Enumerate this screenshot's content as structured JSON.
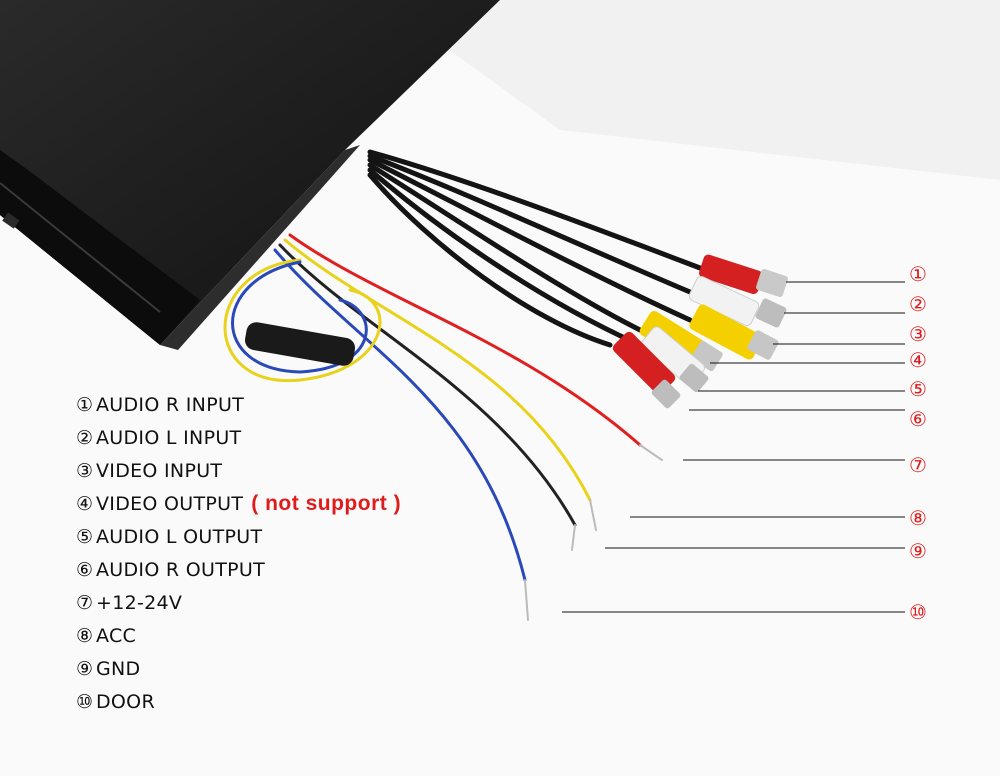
{
  "legend": [
    {
      "num": "①",
      "label": "AUDIO R INPUT"
    },
    {
      "num": "②",
      "label": "AUDIO L INPUT"
    },
    {
      "num": "③",
      "label": "VIDEO INPUT"
    },
    {
      "num": "④",
      "label": "VIDEO OUTPUT",
      "note": "( not support )"
    },
    {
      "num": "⑤",
      "label": "AUDIO L OUTPUT"
    },
    {
      "num": "⑥",
      "label": "AUDIO R OUTPUT"
    },
    {
      "num": "⑦",
      "label": "+12-24V"
    },
    {
      "num": "⑧",
      "label": "ACC"
    },
    {
      "num": "⑨",
      "label": "GND"
    },
    {
      "num": "⑩",
      "label": "DOOR"
    }
  ],
  "callouts": [
    "①",
    "②",
    "③",
    "④",
    "⑤",
    "⑥",
    "⑦",
    "⑧",
    "⑨",
    "⑩"
  ],
  "colors": {
    "accent_red": "#e01b1b",
    "text": "#111111",
    "monitor": "#1c1c1c"
  }
}
